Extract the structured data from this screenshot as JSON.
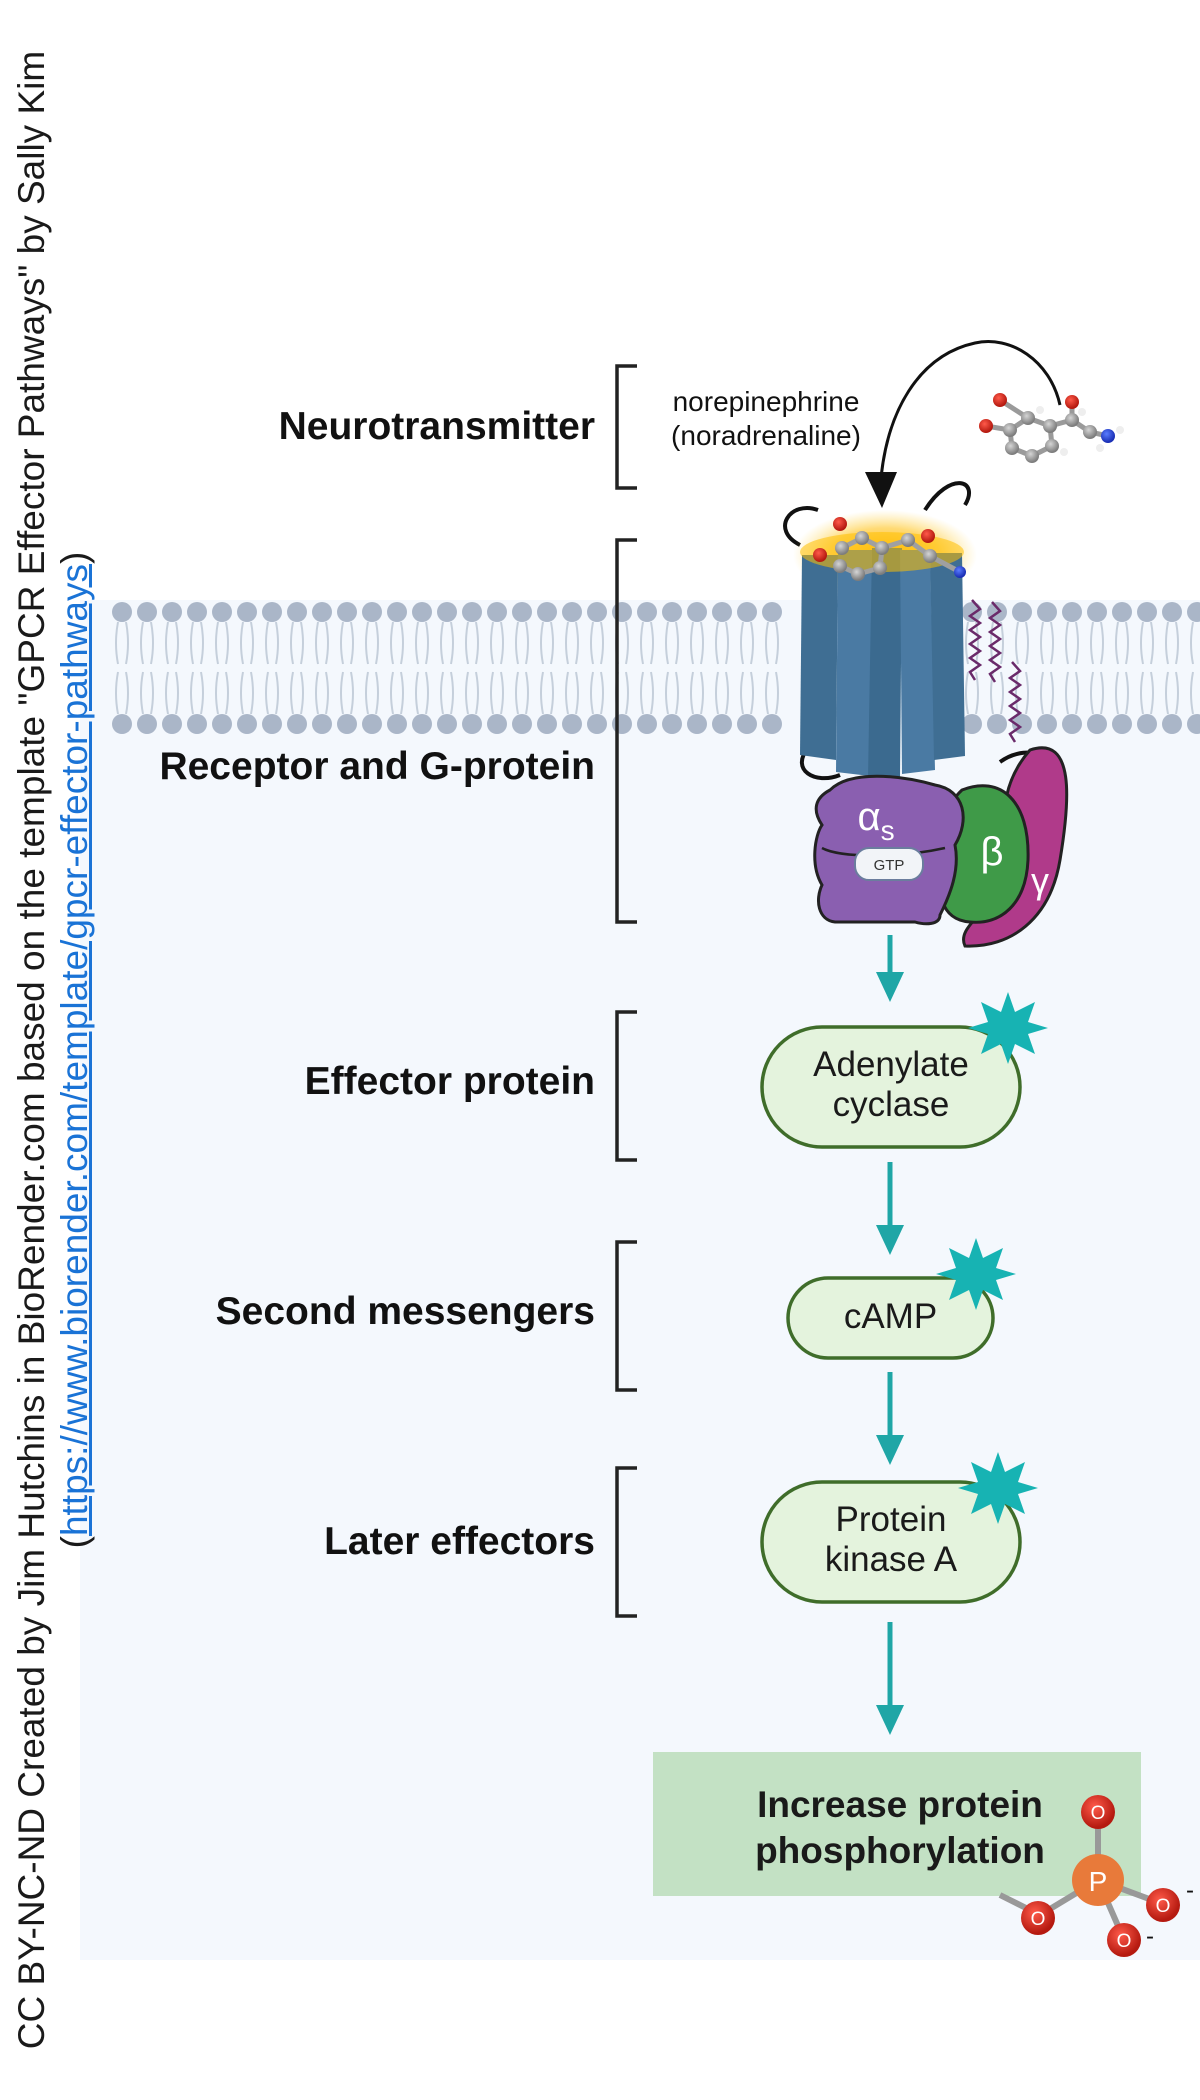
{
  "labels": {
    "neurotransmitter": "Neurotransmitter",
    "receptor": "Receptor and G-protein",
    "effector": "Effector protein",
    "second_messengers": "Second messengers",
    "later_effectors": "Later effectors"
  },
  "neurotransmitter_name": {
    "line1": "norepinephrine",
    "line2": "(noradrenaline)"
  },
  "g_protein": {
    "alpha": "α",
    "alpha_sub": "s",
    "beta": "β",
    "gamma": "γ",
    "gtp": "GTP"
  },
  "nodes": {
    "adenylate_cyclase": {
      "line1": "Adenylate",
      "line2": "cyclase"
    },
    "camp": "cAMP",
    "pka": {
      "line1": "Protein",
      "line2": "kinase A"
    }
  },
  "outcome": {
    "line1": "Increase protein",
    "line2": "phosphorylation"
  },
  "phosphate": {
    "p": "P",
    "o": "O",
    "charge": "-"
  },
  "credit": {
    "prefix": "CC BY-NC-ND Created by Jim Hutchins in BioRender.com based on the template \"GPCR Effector Pathways\" by Sally Kim (",
    "link": "https://www.biorender.com/template/gpcr-effector-pathways",
    "suffix": ")"
  },
  "colors": {
    "receptor_blue": "#4a7aa3",
    "alpha_purple": "#8a5fb0",
    "beta_green": "#3f9a48",
    "gamma_magenta": "#b03a8a",
    "arrow_teal": "#1fa6a6",
    "node_fill": "#e4f3dd",
    "node_border": "#3f6d2a",
    "outcome_fill": "#c3e1c4",
    "membrane_gray": "#aab6c8",
    "link_blue": "#1a73d6"
  }
}
